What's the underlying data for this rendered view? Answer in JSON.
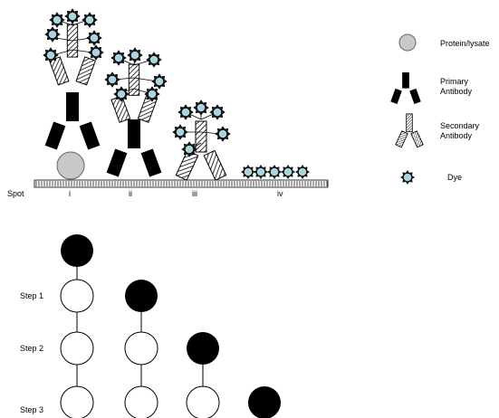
{
  "legend": {
    "protein_label": "Protein/lysate",
    "primary_label": "Primary\nAntibody",
    "secondary_label": "Secondary\nAntibody",
    "dye_label": "Dye"
  },
  "spot": {
    "label": "Spot",
    "positions": [
      "i",
      "ii",
      "iii",
      "iv"
    ]
  },
  "steps": {
    "labels": [
      "Step 1",
      "Step 2",
      "Step 3"
    ]
  },
  "colors": {
    "dye_fill": "#aad4de",
    "protein_fill": "#c8c8c8",
    "antibody_primary": "#000000",
    "step_filled": "#000000",
    "step_empty": "#ffffff"
  }
}
